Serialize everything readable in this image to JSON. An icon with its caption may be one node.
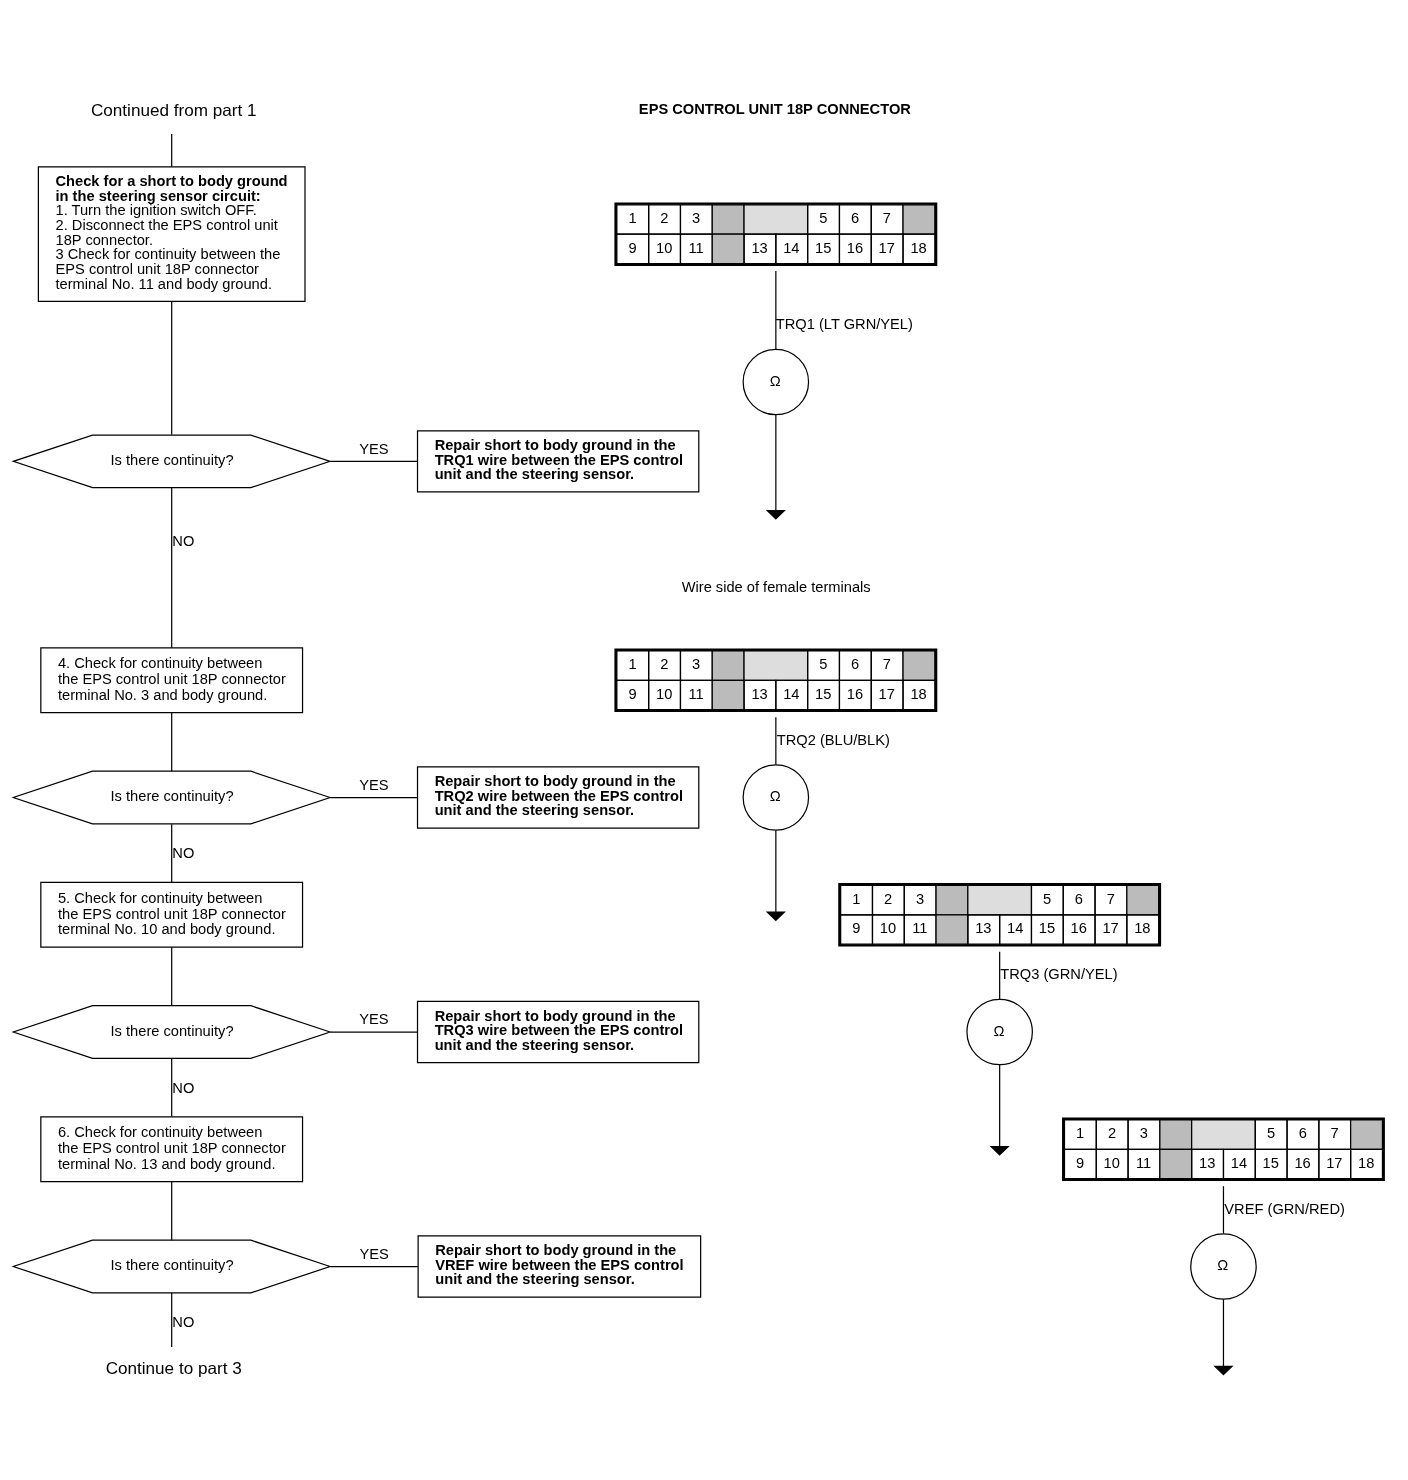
{
  "diagram": {
    "nodes": [
      {
        "text": [
          "Continued from part 1"
        ]
      },
      {
        "text": [
          "Check for a short to body ground in the steering sensor circuit:",
          "1. Turn the ignition switch OFF.",
          "2. Disconnect the EPS control unit 18P connector.",
          "3 Check for continuity between the EPS control unit 18P connector terminal No. 11 and body ground."
        ]
      },
      {
        "text": [
          "Is there continuity?"
        ]
      },
      {
        "text": [
          "Repair short to body ground in the TRQ1 wire between the EPS control unit and the steering sensor."
        ]
      },
      {
        "text": [
          "4. Check for continuity between the EPS control unit 18P connector terminal No. 3 and body ground."
        ]
      },
      {
        "text": [
          "Is there continuity?"
        ]
      },
      {
        "text": [
          "Repair short to body ground in the TRQ2 wire between the EPS control unit and the steering sensor."
        ]
      },
      {
        "text": [
          "5. Check for continuity between the EPS control unit 18P connector terminal No. 10 and body ground."
        ]
      },
      {
        "text": [
          "Is there continuity?"
        ]
      },
      {
        "text": [
          "Repair short to body ground in the TRQ3 wire between the EPS control unit and the steering sensor."
        ]
      },
      {
        "text": [
          "6. Check for continuity between the EPS control unit 18P connector terminal No. 13 and body ground."
        ]
      },
      {
        "text": [
          "Is there continuity?"
        ]
      },
      {
        "text": [
          "Repair short to body ground in the VREF wire between the EPS control unit and the steering sensor."
        ]
      },
      {
        "text": [
          "Continue to part 3"
        ]
      },
      {
        "text": [
          "1",
          "2",
          "3",
          "5",
          "6",
          "7",
          "9",
          "10",
          "11",
          "13",
          "14",
          "15",
          "16",
          "17",
          "18"
        ]
      },
      {
        "text": [
          "Ω"
        ]
      },
      {
        "text": [],
        "shape": "ground"
      },
      {
        "text": [
          "1",
          "2",
          "3",
          "5",
          "6",
          "7",
          "9",
          "10",
          "11",
          "13",
          "14",
          "15",
          "16",
          "17",
          "18"
        ]
      },
      {
        "text": [
          "Ω"
        ]
      },
      {
        "text": [],
        "shape": "ground"
      },
      {
        "text": [
          "1",
          "2",
          "3",
          "5",
          "6",
          "7",
          "9",
          "10",
          "11",
          "13",
          "14",
          "15",
          "16",
          "17",
          "18"
        ]
      },
      {
        "text": [
          "Ω"
        ]
      },
      {
        "text": [],
        "shape": "ground"
      },
      {
        "text": [
          "1",
          "2",
          "3",
          "5",
          "6",
          "7",
          "9",
          "10",
          "11",
          "13",
          "14",
          "15",
          "16",
          "17",
          "18"
        ]
      },
      {
        "text": [
          "Ω"
        ]
      },
      {
        "text": [],
        "shape": "ground"
      }
    ],
    "edges": [
      {
        "from": 0,
        "to": 1,
        "arrow": "none"
      },
      {
        "from": 1,
        "to": 2,
        "arrow": "none"
      },
      {
        "from": 2,
        "to": 3,
        "arrow": "none",
        "label": "YES"
      },
      {
        "from": 2,
        "to": 4,
        "arrow": "none",
        "label": "NO"
      },
      {
        "from": 4,
        "to": 5,
        "arrow": "none"
      },
      {
        "from": 5,
        "to": 6,
        "arrow": "none",
        "label": "YES"
      },
      {
        "from": 5,
        "to": 7,
        "arrow": "none",
        "label": "NO"
      },
      {
        "from": 7,
        "to": 8,
        "arrow": "none"
      },
      {
        "from": 8,
        "to": 9,
        "arrow": "none",
        "label": "YES"
      },
      {
        "from": 8,
        "to": 10,
        "arrow": "none",
        "label": "NO"
      },
      {
        "from": 10,
        "to": 11,
        "arrow": "none"
      },
      {
        "from": 11,
        "to": 12,
        "arrow": "none",
        "label": "YES"
      },
      {
        "from": 11,
        "to": 13,
        "arrow": "none",
        "label": "NO"
      },
      {
        "from": 14,
        "to": 15,
        "arrow": "none",
        "label": "TRQ1 (LT GRN/YEL)"
      },
      {
        "from": 15,
        "to": 16,
        "arrow": "none"
      },
      {
        "from": 17,
        "to": 18,
        "arrow": "none",
        "label": "TRQ2 (BLU/BLK)"
      },
      {
        "from": 18,
        "to": 19,
        "arrow": "none"
      },
      {
        "from": 20,
        "to": 21,
        "arrow": "none",
        "label": "TRQ3 (GRN/YEL)"
      },
      {
        "from": 21,
        "to": 22,
        "arrow": "none"
      },
      {
        "from": 23,
        "to": 24,
        "arrow": "none",
        "label": "VREF (GRN/RED)"
      },
      {
        "from": 24,
        "to": 25,
        "arrow": "none"
      }
    ],
    "labels": [
      "EPS CONTROL UNIT 18P CONNECTOR",
      "Wire side of female terminals"
    ]
  }
}
